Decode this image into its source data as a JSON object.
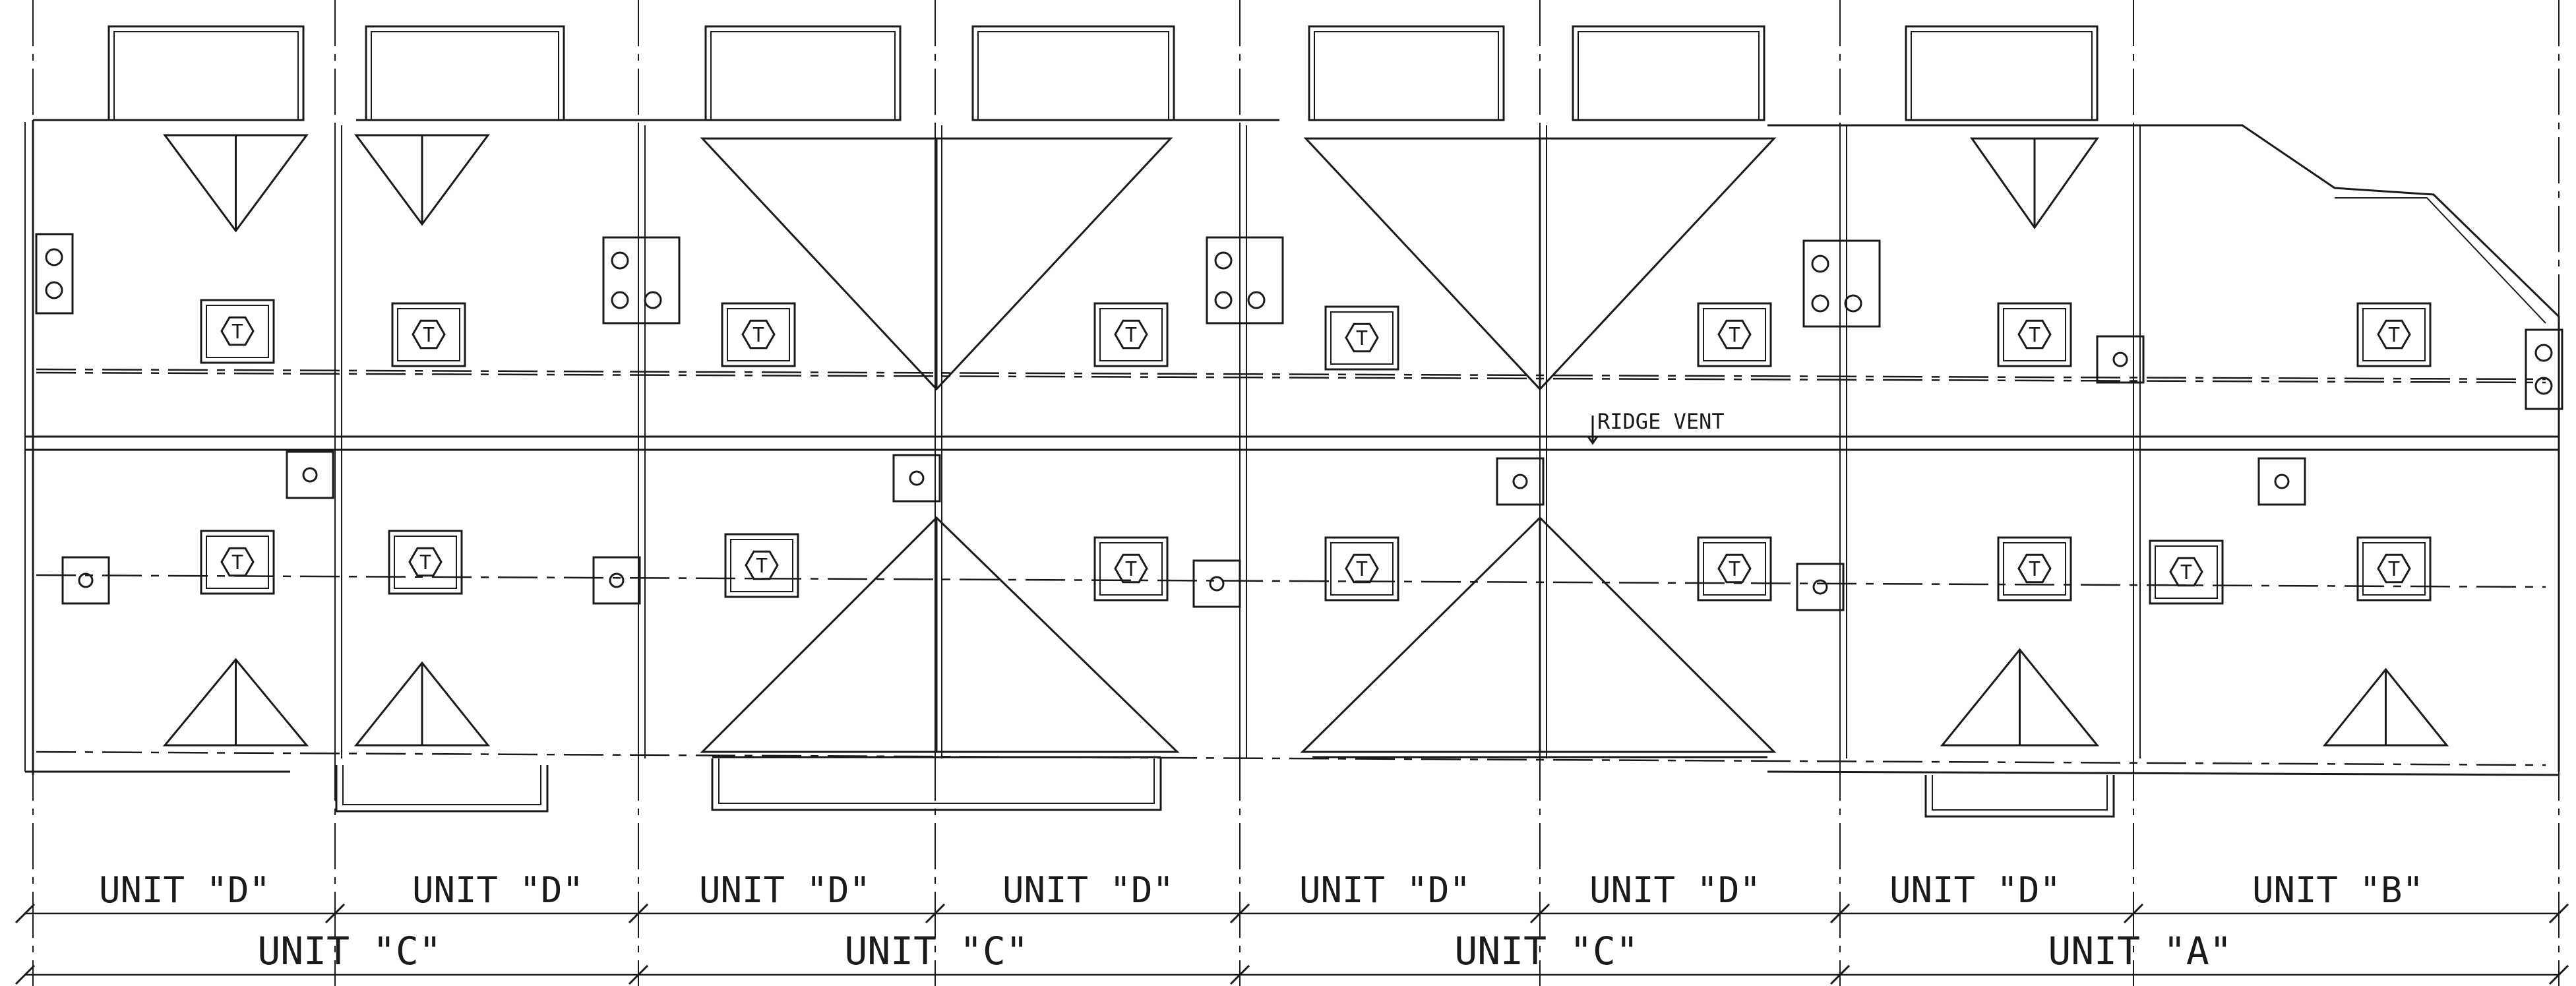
{
  "drawing": {
    "ridge_vent_label": "RIDGE VENT",
    "tile_symbol": "T",
    "upper_units": [
      {
        "label": "UNIT \"D\""
      },
      {
        "label": "UNIT \"D\""
      },
      {
        "label": "UNIT \"D\""
      },
      {
        "label": "UNIT \"D\""
      },
      {
        "label": "UNIT \"D\""
      },
      {
        "label": "UNIT \"D\""
      },
      {
        "label": "UNIT \"D\""
      },
      {
        "label": "UNIT \"B\""
      }
    ],
    "lower_units": [
      {
        "label": "UNIT \"C\""
      },
      {
        "label": "UNIT \"C\""
      },
      {
        "label": "UNIT \"C\""
      },
      {
        "label": "UNIT \"A\""
      }
    ],
    "line_color": "#1a1a1a",
    "paper_color": "#ffffff",
    "icons": [
      "tile-icon",
      "vent-stack-icon",
      "roof-drain-icon",
      "chimney-icon"
    ]
  }
}
